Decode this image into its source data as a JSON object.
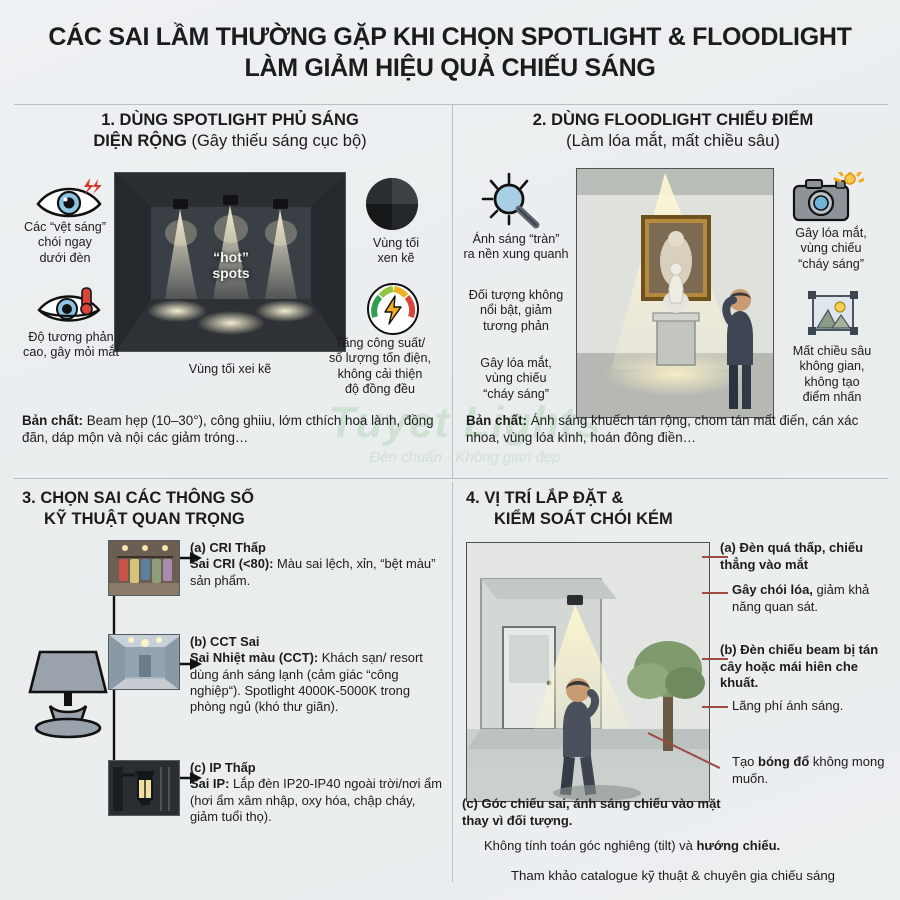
{
  "title": {
    "line1": "CÁC SAI LẦM THƯỜNG GẶP KHI CHỌN SPOTLIGHT & FLOODLIGHT",
    "line2": "LÀM GIẢM HIỆU QUẢ CHIẾU SÁNG"
  },
  "watermark": {
    "main": "Tuyet Lights",
    "sub": "Đèn chuẩn - Không gian đẹp"
  },
  "quadrant1": {
    "heading_line1": "1. DÙNG SPOTLIGHT PHỦ SÁNG",
    "heading_bold2": "DIỆN RỘNG",
    "heading_normal2": "(Gây thiếu sáng cục bộ)",
    "scene_label_quote": "“hot”",
    "scene_label_word": "spots",
    "left_items": [
      {
        "icon": "eye-glare-icon",
        "text": "Các “vệt sáng”\nchói ngay\ndưới đèn"
      },
      {
        "icon": "eye-strain-icon",
        "text": "Độ tương phản\ncao, gây mỏi mắt"
      }
    ],
    "right_items": [
      {
        "icon": "dark-zone-icon",
        "text": "Vùng tối\nxen kẽ"
      },
      {
        "icon": "power-gauge-icon",
        "text": "Tăng công suất/\nsố lượng tốn điện,\nkhông cải thiện\nđộ đồng đều"
      }
    ],
    "bottom_caption": "Vùng tối xei kẽ",
    "essence_label": "Bản chất:",
    "essence_text": " Beam hẹp (10–30°), công ghiiu, lớm cthích hoa lành, đồng đãn, dáp mộn và nội các giảm tróng…"
  },
  "quadrant2": {
    "heading_line1": "2. DÙNG FLOODLIGHT CHIẾU ĐIỂM",
    "heading_line2": "(Làm lóa mắt, mất chiều sâu)",
    "left_items": [
      {
        "icon": "sun-magnifier-icon",
        "text": "Ánh sáng “tràn”\nra nền xung quanh"
      },
      {
        "icon": "no-icon",
        "text": "Đối tượng không\nnổi bật, giảm\ntương phản"
      },
      {
        "icon": "no-icon",
        "text": "Gây lóa mắt,\nvùng chiếu\n“cháy sáng”"
      }
    ],
    "right_items": [
      {
        "icon": "camera-flash-icon",
        "text": "Gây lóa mắt,\nvùng chiếu\n“cháy sáng”"
      },
      {
        "icon": "flat-image-icon",
        "text": "Mất chiều sâu\nkhông gian,\nkhông tạo\nđiểm nhấn"
      }
    ],
    "essence_label": "Bản chất:",
    "essence_text": " Ánh sáng khuếch tán rộng, chom tán mất điến, cán xác nhoa, vùng lóa kình, hoán đông điền…"
  },
  "quadrant3": {
    "heading_line1": "3. CHỌN SAI CÁC THÔNG SỐ",
    "heading_line2": "KỸ THUẬT QUAN TRỌNG",
    "items": [
      {
        "thumb": "clothing-rack-thumb",
        "title": "(a) CRI Thấp",
        "lead": "Sai CRI (<80):",
        "body": " Màu sai lệch, xỉn, “bệt màu” sản phẩm."
      },
      {
        "thumb": "hotel-corridor-thumb",
        "title": "(b) CCT Sai",
        "lead": "Sai Nhiệt màu (CCT):",
        "body": " Khách sạn/ resort dùng ánh sáng lạnh (cảm giác “công nghiệp“). Spotlight 4000K-5000K trong phòng ngủ (khó thư giãn)."
      },
      {
        "thumb": "outdoor-lantern-thumb",
        "title": "(c) IP Thấp",
        "lead": "Sai IP:",
        "body": " Lắp đèn IP20-IP40 ngoài trời/nơi ẩm (hơi ẩm xâm nhập, oxy hóa, chập cháy, giảm tuổi thọ)."
      }
    ],
    "lamp_icon": "table-lamp-icon"
  },
  "quadrant4": {
    "heading_line1": "4. VỊ TRÍ LẮP ĐẶT &",
    "heading_line2": "KIỂM SOÁT CHÓI KÉM",
    "annotations": [
      {
        "bold": "(a) Đèn quá thấp, chiếu thẳng vào mắt",
        "rest": ""
      },
      {
        "bold": "Gây chói lóa,",
        "rest": " giảm khả năng quan sát."
      },
      {
        "bold": "(b) Đèn chiếu beam bị tán cây hoặc mái hiên che khuất.",
        "rest": ""
      },
      {
        "bold": "",
        "rest": "Lãng phí ánh sáng."
      },
      {
        "bold": "bóng đổ",
        "rest": "Tạo  không mong muốn.",
        "prefix": "Tạo ",
        "suffix": " không mong muốn."
      }
    ],
    "bottom_c_bold": "(c) Góc chiếu sai, ánh sáng chiếu vào mặt thay vì đối tượng.",
    "bottom_line": "Không tính toán góc nghiêng (tilt) và ",
    "bottom_line_bold": "hướng chiếu.",
    "footnote": "Tham khảo catalogue kỹ thuật & chuyên gia chiếu sáng"
  },
  "colors": {
    "background": "#eef1f2",
    "ink": "#1c1c1c",
    "rule": "#b9c0c3",
    "leader": "#a04a42",
    "watermark_green": "#bcd9bd"
  }
}
